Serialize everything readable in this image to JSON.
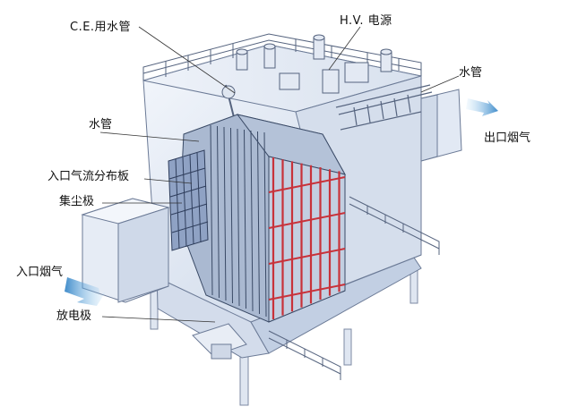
{
  "labels": {
    "ce_water_pipe": "C.E.用水管",
    "hv_power": "H.V. 电源",
    "water_pipe_right": "水管",
    "water_pipe_left": "水管",
    "outlet_flue_gas": "出口烟气",
    "inlet_distribution_plate": "入口气流分布板",
    "collecting_electrode": "集尘极",
    "inlet_flue_gas": "入口烟气",
    "discharge_electrode": "放电极"
  },
  "colors": {
    "casing": "#e8eef7",
    "casing_shade": "#c9d6e8",
    "electrode_red": "#c8323a",
    "electrode_panel": "#b9c6da",
    "frame_dark": "#3a4a66",
    "gas_arrow": "#4a9bd6"
  }
}
